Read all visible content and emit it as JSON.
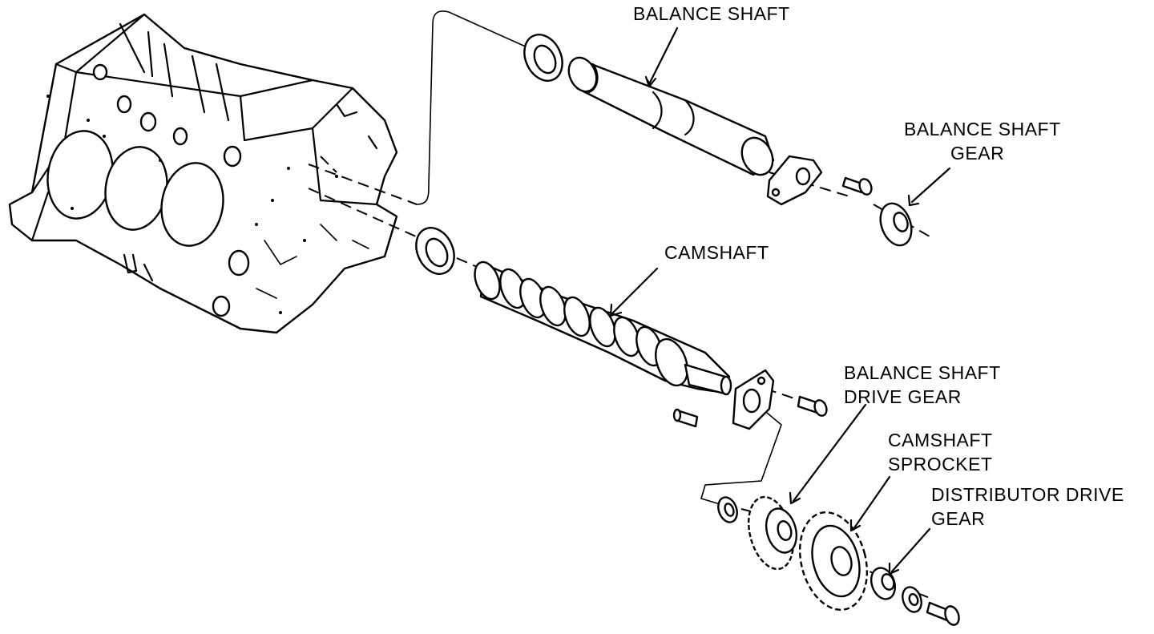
{
  "labels": {
    "balance_shaft": "BALANCE SHAFT",
    "balance_shaft_gear_1": "BALANCE SHAFT",
    "balance_shaft_gear_2": "GEAR",
    "camshaft": "CAMSHAFT",
    "drive_gear_1": "BALANCE SHAFT",
    "drive_gear_2": "DRIVE GEAR",
    "sprocket_1": "CAMSHAFT",
    "sprocket_2": "SPROCKET",
    "distributor_1": "DISTRIBUTOR DRIVE",
    "distributor_2": "GEAR"
  },
  "colors": {
    "ink": "#000000",
    "paper": "#ffffff"
  }
}
